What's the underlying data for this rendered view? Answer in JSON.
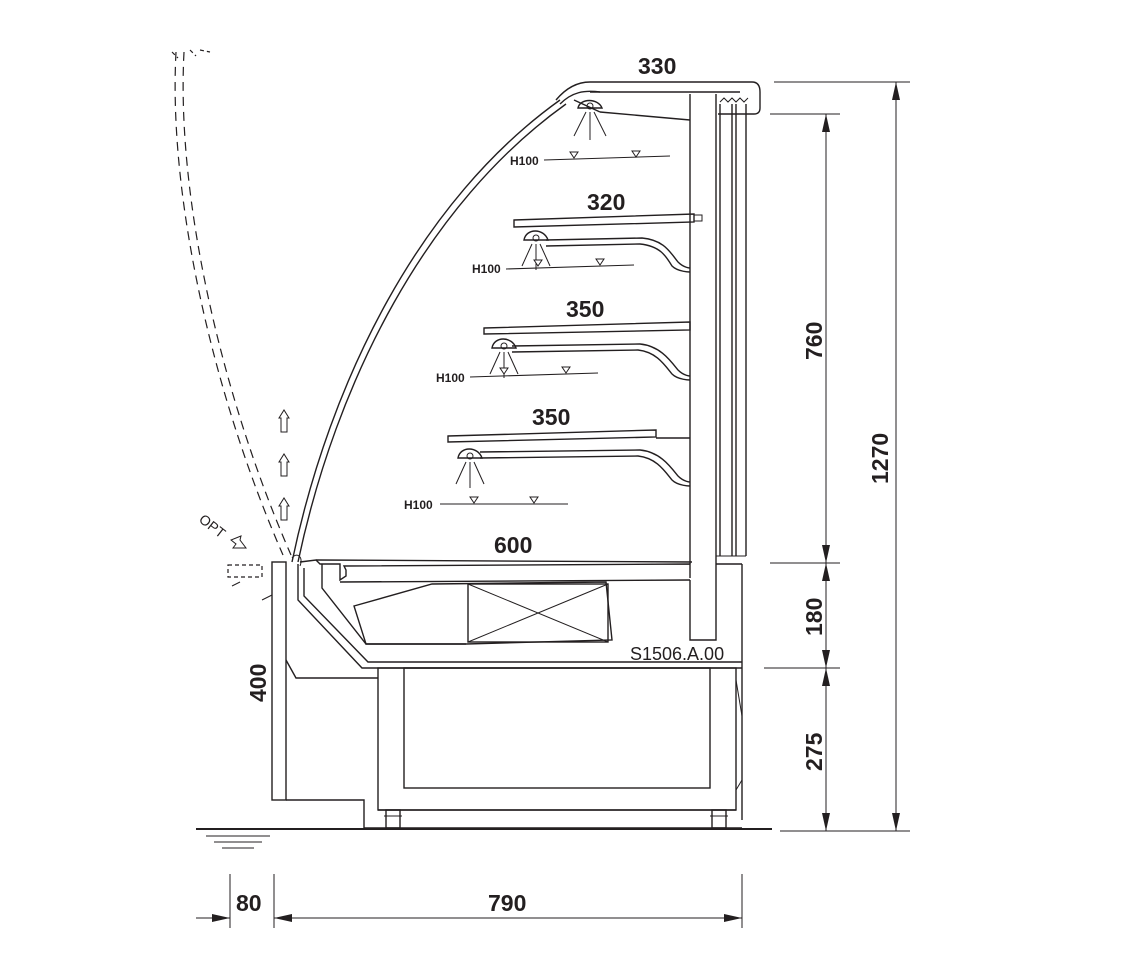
{
  "drawing_code": "S1506.A.00",
  "option_label": "OPT",
  "shelf_depths": {
    "top": "330",
    "shelf1": "320",
    "shelf2": "350",
    "shelf3": "350",
    "base": "600"
  },
  "light_height_labels": [
    "H100",
    "H100",
    "H100",
    "H100"
  ],
  "vertical_dims": {
    "display_height": "760",
    "deck_height": "180",
    "base_height": "275",
    "total_height": "1270",
    "front_height": "400"
  },
  "horizontal_dims": {
    "front_overhang": "80",
    "depth": "790"
  },
  "colors": {
    "line": "#231f20",
    "background": "#ffffff"
  }
}
